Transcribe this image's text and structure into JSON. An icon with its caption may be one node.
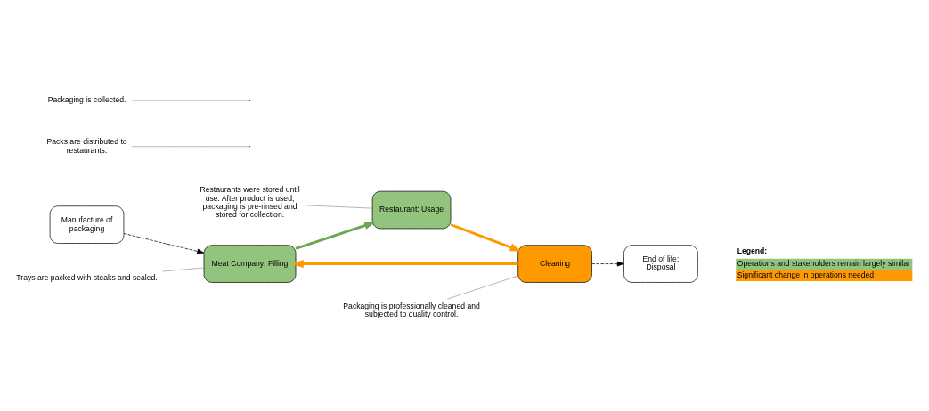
{
  "diagram": {
    "nodes": [
      {
        "text": [
          "Manufacture of packaging"
        ]
      },
      {
        "text": [
          "Meat Company: Filling"
        ]
      },
      {
        "text": [
          "Restaurant: Usage"
        ]
      },
      {
        "text": [
          "Cleaning"
        ]
      },
      {
        "text": [
          "End of life: Disposal"
        ]
      },
      {
        "text": [
          "Trays are packed with steaks and sealed."
        ]
      },
      {
        "text": [
          "Packs are distributed to restaurants."
        ]
      },
      {
        "text": [
          "Restaurants were stored until use. After product is used, packaging is pre-rinsed and stored for collection."
        ]
      },
      {
        "text": [
          "Packaging is collected."
        ]
      },
      {
        "text": [
          "Packaging is professionally cleaned and subjected to quality control."
        ]
      }
    ],
    "edges": [
      {
        "from": 0,
        "to": 1,
        "arrow": "to",
        "style": "dashed",
        "color": "#000000"
      },
      {
        "from": 1,
        "to": 2,
        "arrow": "to",
        "style": "thick",
        "color": "#6aa84f"
      },
      {
        "from": 2,
        "to": 3,
        "arrow": "to",
        "style": "thick",
        "color": "#ff9900"
      },
      {
        "from": 3,
        "to": 1,
        "arrow": "to",
        "style": "thick",
        "color": "#ff9900"
      },
      {
        "from": 3,
        "to": 4,
        "arrow": "to",
        "style": "dashed",
        "color": "#000000"
      },
      {
        "from": 5,
        "to": 1,
        "arrow": "none",
        "color": "#999999"
      },
      {
        "from": 6,
        "to": null,
        "arrow": "none",
        "color": "#999999"
      },
      {
        "from": 7,
        "to": 2,
        "arrow": "none",
        "color": "#999999"
      },
      {
        "from": 8,
        "to": null,
        "arrow": "none",
        "color": "#999999"
      },
      {
        "from": 9,
        "to": 3,
        "arrow": "none",
        "color": "#999999"
      }
    ],
    "labels": [
      "Legend:"
    ],
    "legend": [
      {
        "text": "Operations and stakeholders remain largely similar",
        "color": "#93c47d"
      },
      {
        "text": "Significant change in operations needed",
        "color": "#ff9900"
      }
    ]
  }
}
